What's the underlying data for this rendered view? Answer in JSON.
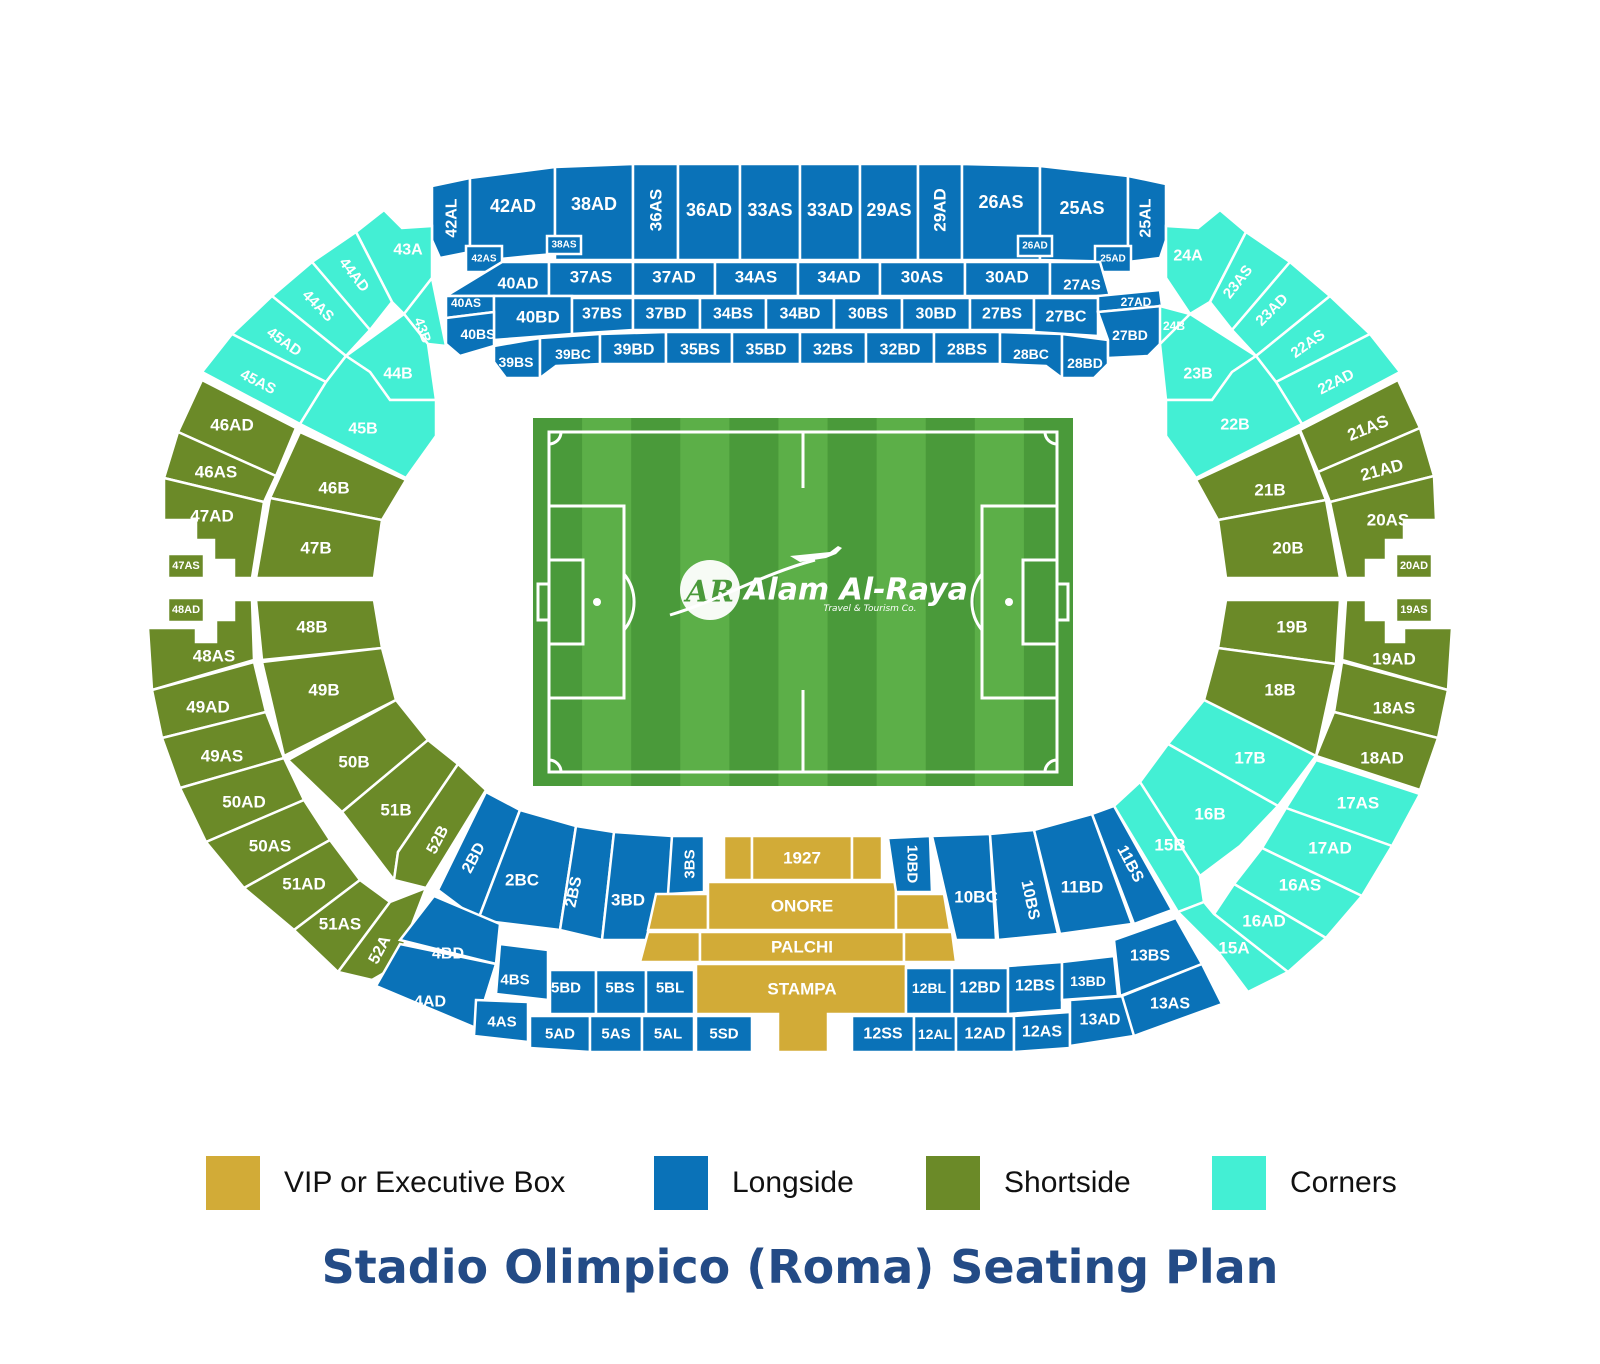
{
  "colors": {
    "vip": "#d2ab37",
    "longside": "#0a72b8",
    "shortside": "#6b8a28",
    "corners": "#43efd4",
    "pitch_light": "#5caf48",
    "pitch_dark": "#4a9a3a",
    "title": "#234b86"
  },
  "logo": {
    "brand": "Alam Al-Raya",
    "tagline": "Travel & Tourism Co.",
    "monogram": "AR"
  },
  "legend": [
    {
      "label": "VIP or Executive Box",
      "category": "vip"
    },
    {
      "label": "Longside",
      "category": "longside"
    },
    {
      "label": "Shortside",
      "category": "shortside"
    },
    {
      "label": "Corners",
      "category": "corners"
    }
  ],
  "title": "Stadio Olimpico (Roma) Seating Plan",
  "sections": {
    "north_top": [
      "42AL",
      "42AD",
      "38AD",
      "36AS",
      "36AD",
      "33AS",
      "33AD",
      "29AS",
      "29AD",
      "26AS",
      "25AS",
      "25AL"
    ],
    "north_small": [
      "42AS",
      "38AS",
      "26AD",
      "25AD"
    ],
    "north_row2": [
      "40AD",
      "37AS",
      "37AD",
      "34AS",
      "34AD",
      "30AS",
      "30AD",
      "27AS"
    ],
    "north_row3": [
      "40AS",
      "40BD",
      "37BS",
      "37BD",
      "34BS",
      "34BD",
      "30BS",
      "30BD",
      "27BS",
      "27BC",
      "27AD"
    ],
    "north_row4": [
      "40BS",
      "39BS",
      "39BC",
      "39BD",
      "35BS",
      "35BD",
      "32BS",
      "32BD",
      "28BS",
      "28BC",
      "28BD",
      "27BD"
    ],
    "nw_corner": [
      "43A",
      "44AD",
      "44AS",
      "45AD",
      "45AS",
      "43B",
      "44B",
      "45B"
    ],
    "ne_corner": [
      "24A",
      "23AS",
      "23AD",
      "22AS",
      "22AD",
      "24B",
      "23B",
      "22B"
    ],
    "west": [
      "46AD",
      "46AS",
      "47AD",
      "47AS",
      "46B",
      "47B",
      "48AD",
      "48AS",
      "48B",
      "49AD",
      "49AS",
      "49B",
      "50AD",
      "50AS",
      "50B",
      "51AD",
      "51AS",
      "51B",
      "52B",
      "52A"
    ],
    "east": [
      "21AS",
      "21AD",
      "20AS",
      "20AD",
      "21B",
      "20B",
      "19AS",
      "19AD",
      "19B",
      "18AS",
      "18AD",
      "18B"
    ],
    "se_corner": [
      "17B",
      "17AS",
      "17AD",
      "16B",
      "16AS",
      "16AD",
      "15B",
      "15A"
    ],
    "south_left": [
      "2BD",
      "2BC",
      "2BS",
      "3BD",
      "3BS",
      "4BD",
      "4BS",
      "4AD",
      "4AS",
      "5BD",
      "5BS",
      "5BL",
      "5AD",
      "5AS",
      "5AL",
      "5SD"
    ],
    "south_vip": [
      "1927",
      "ONORE",
      "PALCHI",
      "STAMPA"
    ],
    "south_right": [
      "10BD",
      "10BC",
      "10BS",
      "11BD",
      "11BS",
      "12BL",
      "12BD",
      "12BS",
      "13BD",
      "13BS",
      "12SS",
      "12AL",
      "12AD",
      "12AS",
      "13AD",
      "13AS"
    ]
  }
}
